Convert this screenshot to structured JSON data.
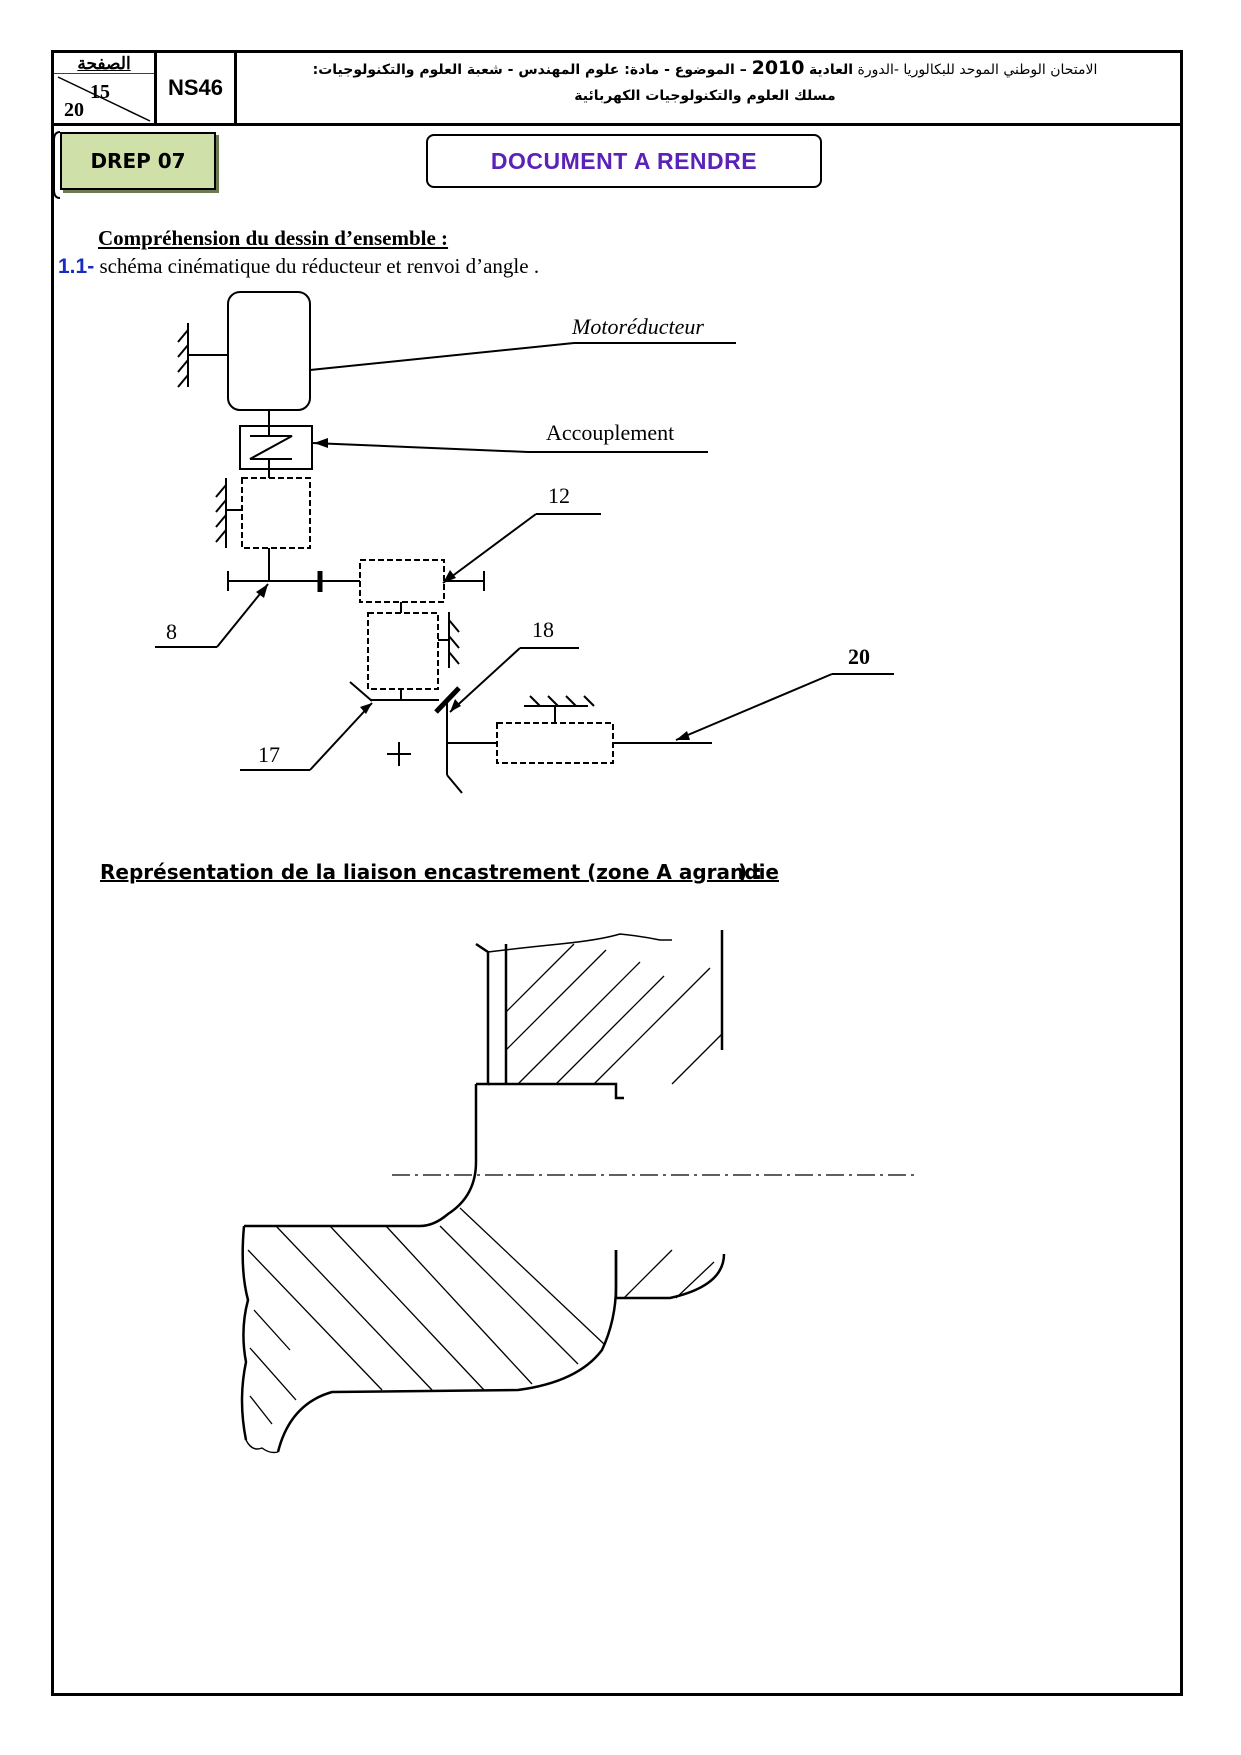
{
  "header": {
    "page_label": "الصفحة",
    "page_current": "15",
    "page_total": "20",
    "exam_code": "NS46",
    "line1_pre": "الامتحان الوطني الموحد للبكالوريا -الدورة ",
    "line1_session": "العادية",
    "line1_year": "2010",
    "line1_post": " – الموضوع - مادة: علوم المهندس - شعبة العلوم والتكنولوجيات:",
    "line2": "مسلك العلوم والتكنولوجيات الكهربائية"
  },
  "drep_label": "DREP 07",
  "doc_title": "DOCUMENT A RENDRE",
  "section1": {
    "title": "Compréhension du dessin d’ensemble :",
    "question_number": "1.1-",
    "question_text": " schéma cinématique du réducteur et renvoi d’angle ."
  },
  "schema": {
    "label_motoreducteur": "Motoréducteur",
    "label_accouplement": "Accouplement",
    "label_12": "12",
    "label_8": "8",
    "label_18": "18",
    "label_20": "20",
    "label_17": "17"
  },
  "section2": {
    "title": "Représentation de la liaison encastrement (zone A agrandie",
    "title_tail": ") :"
  }
}
